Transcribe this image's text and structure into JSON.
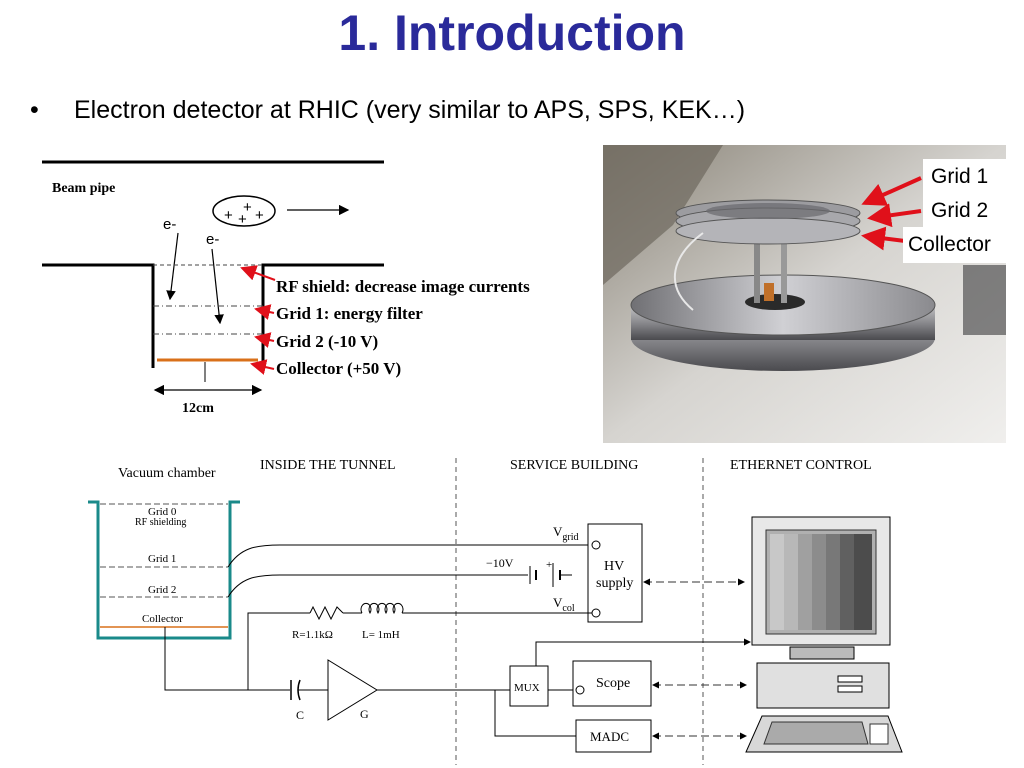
{
  "slide": {
    "title": "1. Introduction",
    "bullet": "•",
    "bullet_text": "Electron detector at RHIC (very similar to APS, SPS, KEK…)"
  },
  "detector_sketch": {
    "beam_pipe_label": "Beam pipe",
    "electron_label": "e-",
    "bunch_plus": "+",
    "rf_shield_label": "RF shield: decrease image currents",
    "grid1_label": "Grid 1: energy filter",
    "grid2_label": "Grid 2 (-10 V)",
    "collector_label": "Collector (+50 V)",
    "width_label": "12cm"
  },
  "photo": {
    "grid1_label": "Grid 1",
    "grid2_label": "Grid 2",
    "collector_label": "Collector"
  },
  "schematic": {
    "vacuum_chamber": "Vacuum chamber",
    "inside_tunnel": "INSIDE THE TUNNEL",
    "service_building": "SERVICE BUILDING",
    "ethernet_control": "ETHERNET CONTROL",
    "grid0": "Grid 0",
    "rf_shielding": "RF shielding",
    "grid1": "Grid 1",
    "grid2": "Grid 2",
    "collector": "Collector",
    "v_grid_main": "V",
    "v_grid_sub": "grid",
    "v_col_main": "V",
    "v_col_sub": "col",
    "battery_voltage": "−10V",
    "battery_plus": "+",
    "hv_supply_line1": "HV",
    "hv_supply_line2": "supply",
    "resistor": "R=1.1kΩ",
    "inductor": "L= 1mH",
    "capacitor": "C",
    "amplifier": "G",
    "mux": "MUX",
    "scope": "Scope",
    "madc": "MADC"
  },
  "colors": {
    "title": "#2a2a9a",
    "arrow_red": "#e0101a",
    "collector_orange": "#d9701a",
    "chamber_teal": "#1a8a8a"
  }
}
